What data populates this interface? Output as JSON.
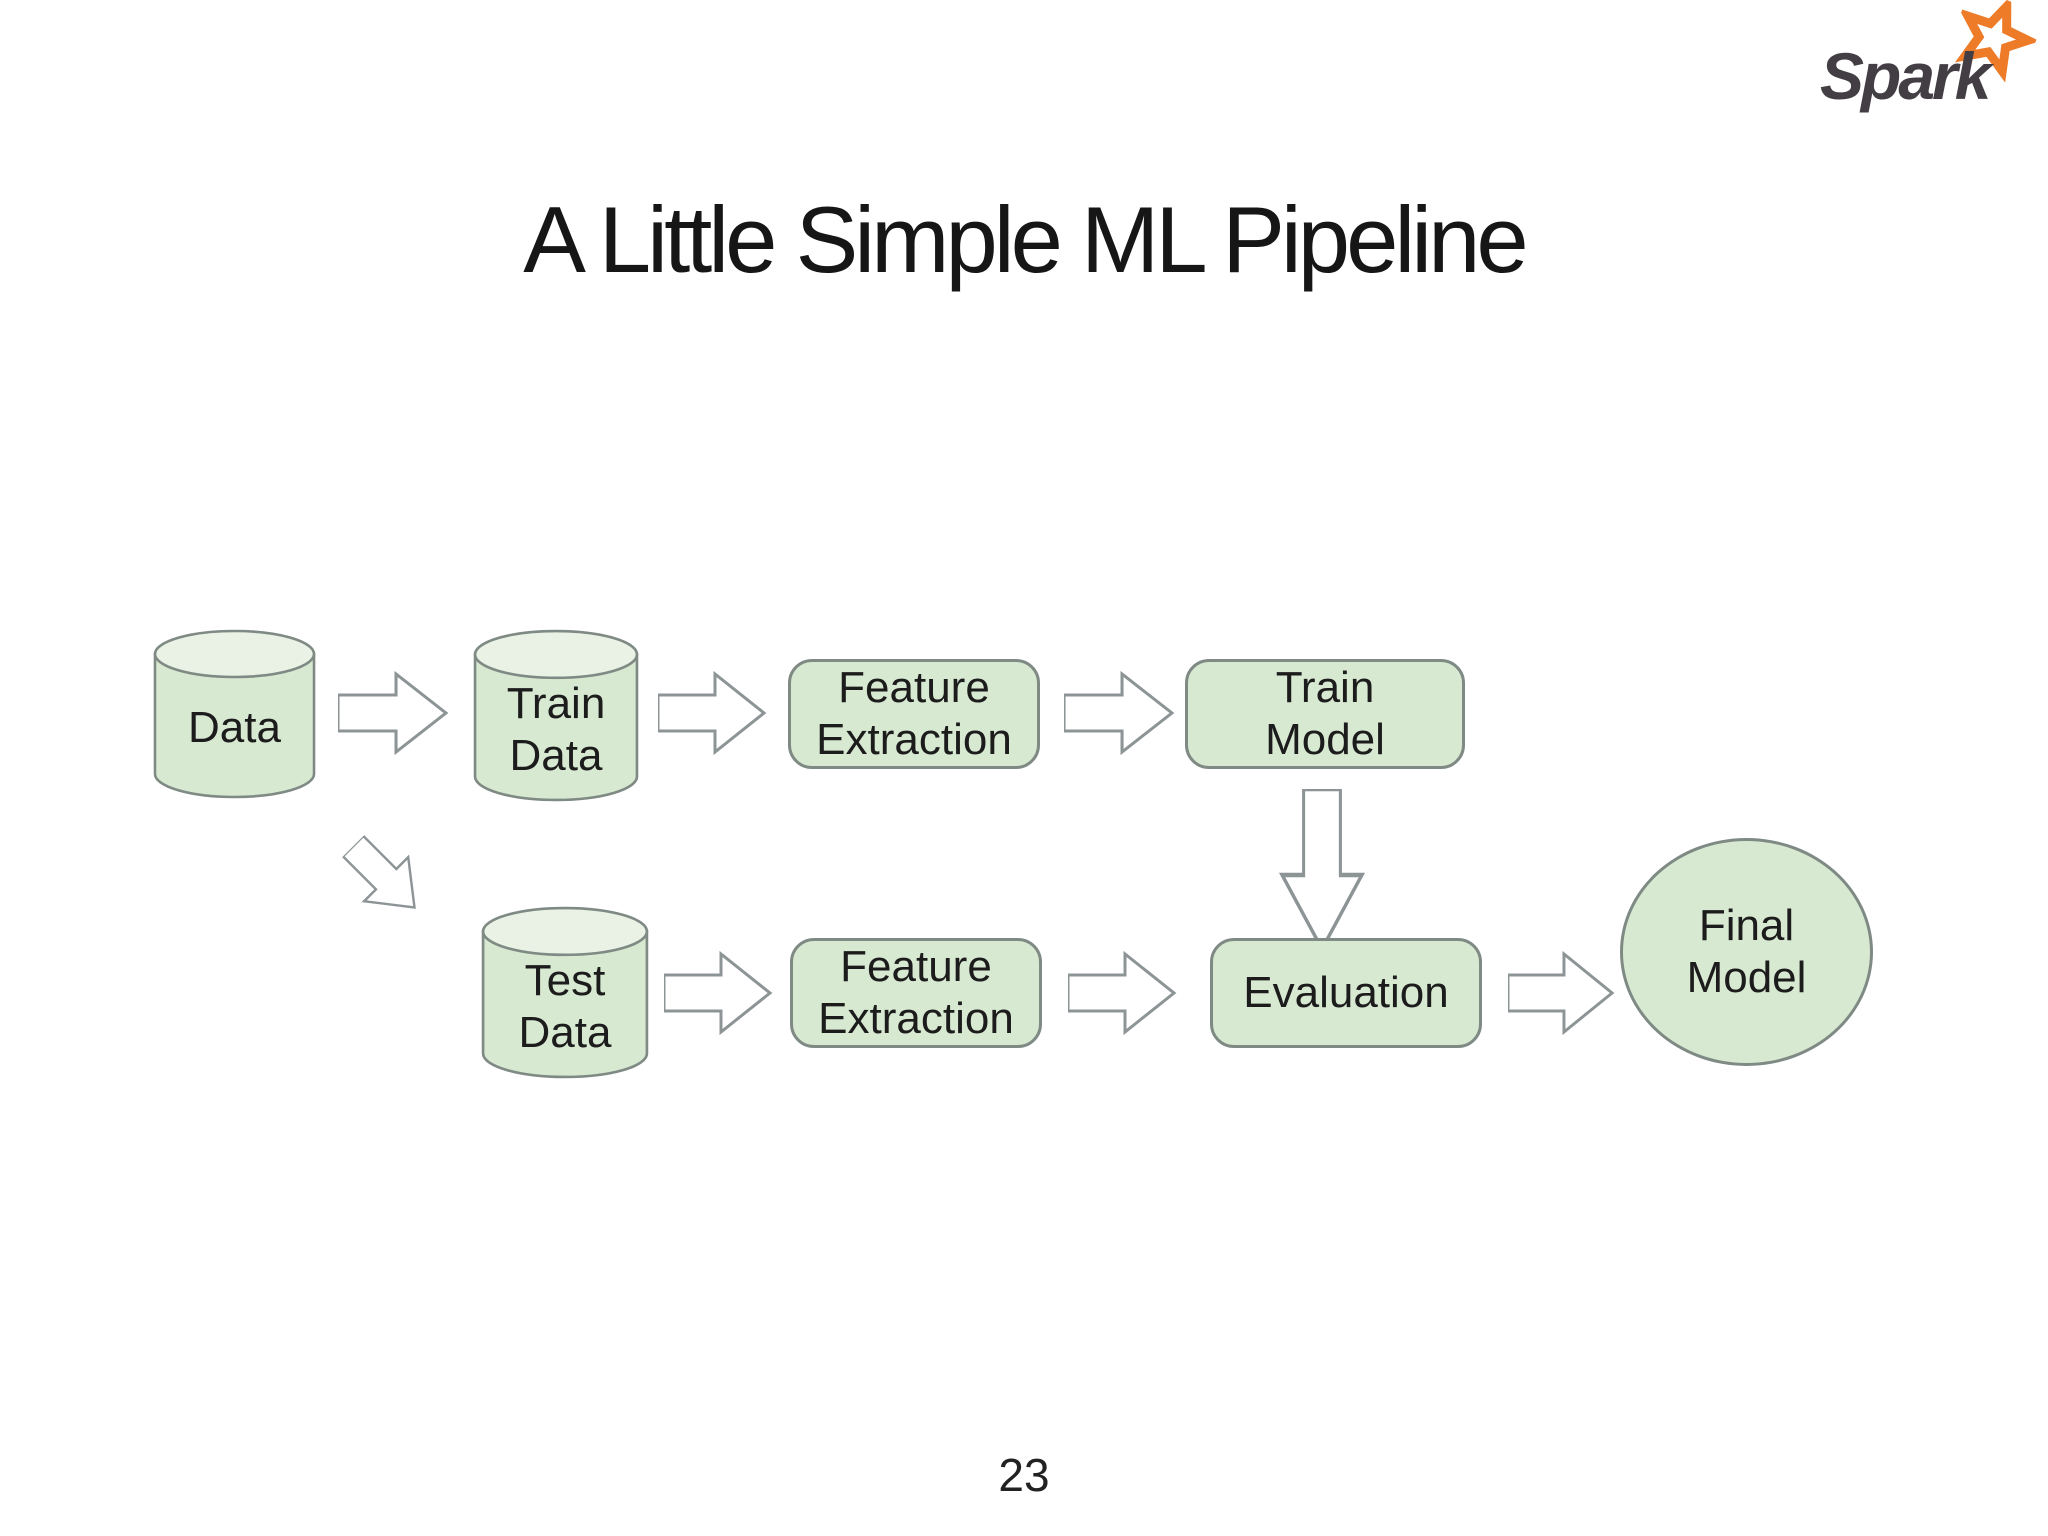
{
  "slide": {
    "title": "A Little Simple ML Pipeline",
    "page_number": "23"
  },
  "logo": {
    "text": "Spark"
  },
  "colors": {
    "background": "#ffffff",
    "node_fill": "#d8e9d2",
    "node_top_fill": "#e9f2e4",
    "node_border": "#7f8a84",
    "arrow_fill": "#ffffff",
    "arrow_border": "#8d9496",
    "text": "#1c1c1c",
    "logo_text": "#433e43",
    "logo_star": "#ee7b28"
  },
  "diagram": {
    "nodes": [
      {
        "id": "data",
        "type": "cylinder",
        "label": "Data"
      },
      {
        "id": "train-data",
        "type": "cylinder",
        "label": "Train\nData"
      },
      {
        "id": "feature-extraction-train",
        "type": "rounded-box",
        "label": "Feature\nExtraction"
      },
      {
        "id": "train-model",
        "type": "rounded-box",
        "label": "Train\nModel"
      },
      {
        "id": "test-data",
        "type": "cylinder",
        "label": "Test\nData"
      },
      {
        "id": "feature-extraction-test",
        "type": "rounded-box",
        "label": "Feature\nExtraction"
      },
      {
        "id": "evaluation",
        "type": "rounded-box",
        "label": "Evaluation"
      },
      {
        "id": "final-model",
        "type": "ellipse",
        "label": "Final\nModel"
      }
    ],
    "edges": [
      {
        "from": "data",
        "to": "train-data",
        "direction": "right"
      },
      {
        "from": "data",
        "to": "test-data",
        "direction": "down-right"
      },
      {
        "from": "train-data",
        "to": "feature-extraction-train",
        "direction": "right"
      },
      {
        "from": "feature-extraction-train",
        "to": "train-model",
        "direction": "right"
      },
      {
        "from": "train-model",
        "to": "evaluation",
        "direction": "down"
      },
      {
        "from": "test-data",
        "to": "feature-extraction-test",
        "direction": "right"
      },
      {
        "from": "feature-extraction-test",
        "to": "evaluation",
        "direction": "right"
      },
      {
        "from": "evaluation",
        "to": "final-model",
        "direction": "right"
      }
    ]
  }
}
